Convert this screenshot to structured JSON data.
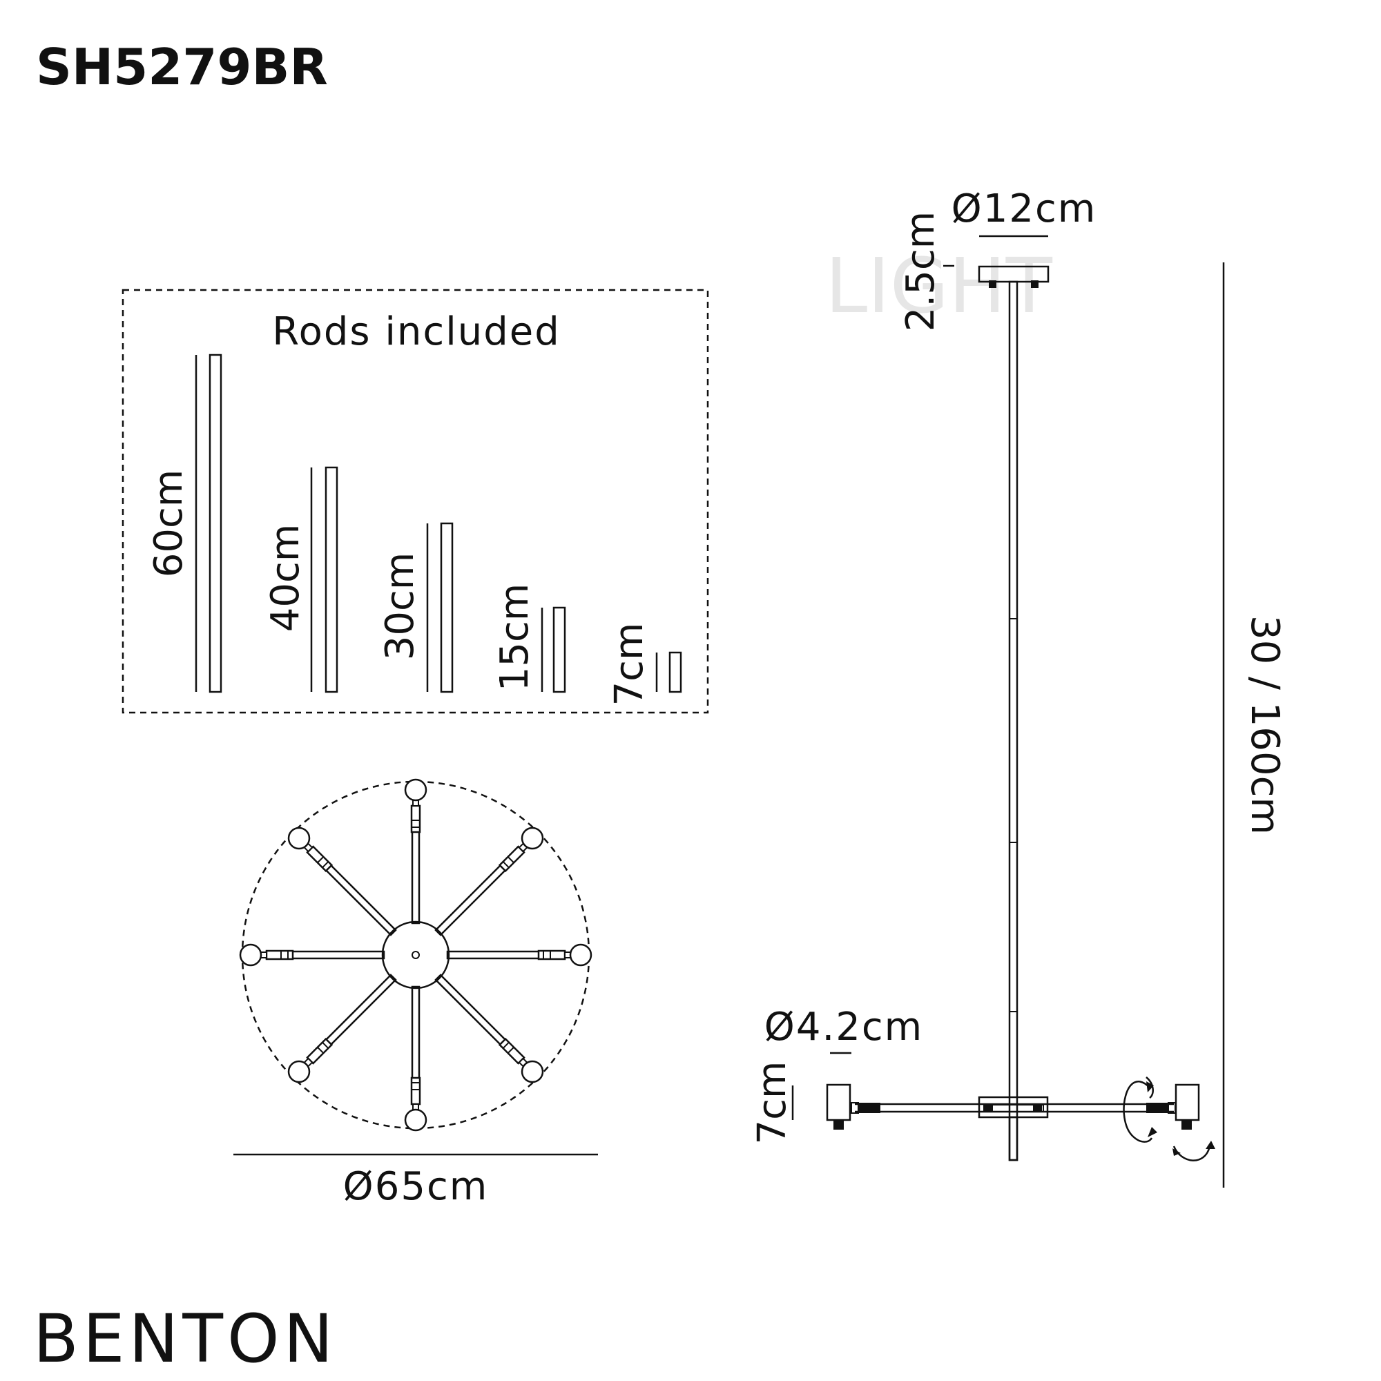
{
  "product_code": "SH5279BR",
  "product_name": "BENTON",
  "watermark": "LIGHT",
  "rods_panel": {
    "title": "Rods included",
    "rods": [
      {
        "label": "60cm",
        "length_cm": 60
      },
      {
        "label": "40cm",
        "length_cm": 40
      },
      {
        "label": "30cm",
        "length_cm": 30
      },
      {
        "label": "15cm",
        "length_cm": 15
      },
      {
        "label": "7cm",
        "length_cm": 7
      }
    ]
  },
  "top_view": {
    "diameter_label": "Ø65cm",
    "arm_count": 8
  },
  "side_view": {
    "canopy_diameter_label": "Ø12cm",
    "canopy_height_label": "2.5cm",
    "overall_height_label": "30 / 160cm",
    "lamp_diameter_label": "Ø4.2cm",
    "lamp_height_label": "7cm"
  }
}
